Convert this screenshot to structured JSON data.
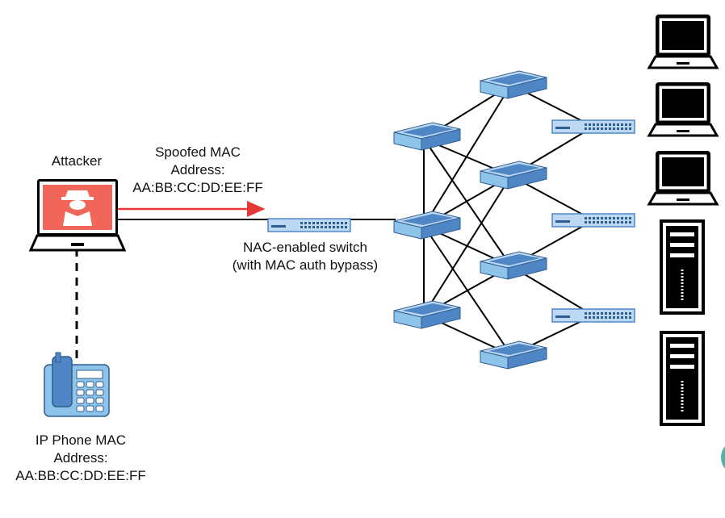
{
  "labels": {
    "attacker": "Attacker",
    "spoofed_mac": [
      "Spoofed MAC",
      "Address:",
      "AA:BB:CC:DD:EE:FF"
    ],
    "nac_switch": [
      "NAC-enabled switch",
      "(with MAC auth bypass)"
    ],
    "ip_phone": [
      "IP Phone MAC",
      "Address:",
      "AA:BB:CC:DD:EE:FF"
    ]
  },
  "colors": {
    "attack_arrow": "#e53935",
    "attacker_screen": "#f2665a",
    "device_blue": "#4f87c6",
    "device_light": "#bdd9f2",
    "phone_fill": "#8ec3ea"
  },
  "icons": [
    "attacker-laptop-icon",
    "ip-phone-icon",
    "switch-icon",
    "router-icon",
    "laptop-icon",
    "server-icon"
  ]
}
